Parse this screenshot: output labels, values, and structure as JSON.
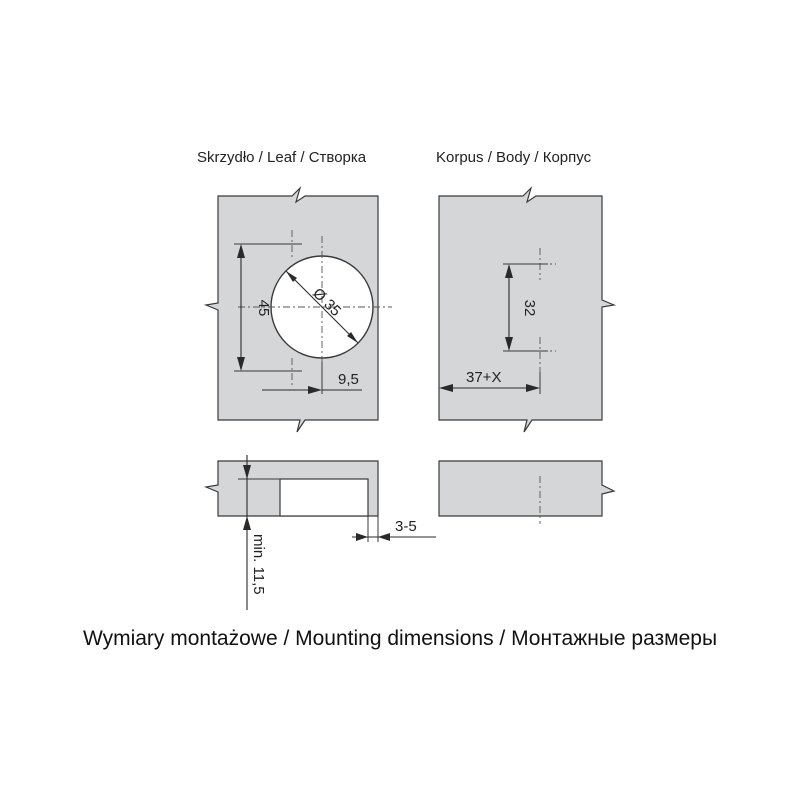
{
  "headers": {
    "leaf": "Skrzydło / Leaf / Створка",
    "body": "Korpus / Body / Корпус"
  },
  "dimensions": {
    "leaf_height": "45",
    "hole_diameter": "Ø 35",
    "edge_offset": "9,5",
    "body_spacing": "32",
    "body_offset": "37+X",
    "cup_clearance": "3-5",
    "min_thickness": "min. 11,5"
  },
  "caption": "Wymiary montażowe / Mounting dimensions / Монтажные размеры",
  "colors": {
    "panel_fill": "#d5d6d8",
    "line": "#3a3a3a"
  }
}
